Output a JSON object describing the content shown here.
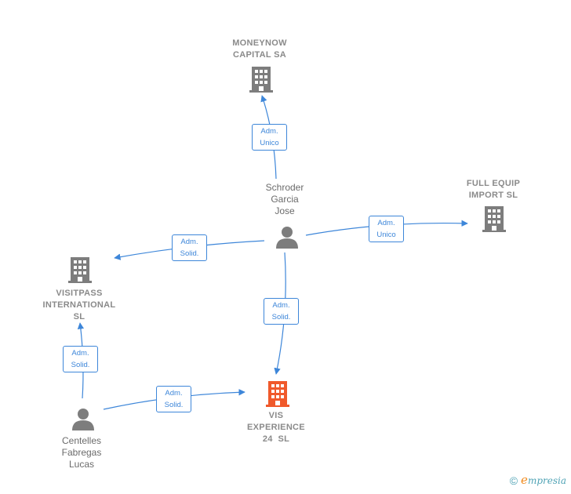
{
  "nodes": {
    "moneynow": {
      "name_lines": [
        "MONEYNOW",
        "CAPITAL SA"
      ],
      "kind": "company"
    },
    "fullequip": {
      "name_lines": [
        "FULL EQUIP",
        "IMPORT SL"
      ],
      "kind": "company"
    },
    "visitpass": {
      "name_lines": [
        "VISITPASS",
        "INTERNATIONAL",
        "SL"
      ],
      "kind": "company"
    },
    "vis": {
      "name_lines": [
        "VIS",
        "EXPERIENCE",
        "24  SL"
      ],
      "kind": "company",
      "highlight": true
    },
    "schroder": {
      "name_lines": [
        "Schroder",
        "Garcia",
        "Jose"
      ],
      "kind": "person"
    },
    "centelles": {
      "name_lines": [
        "Centelles",
        "Fabregas",
        "Lucas"
      ],
      "kind": "person"
    }
  },
  "edges": {
    "schroder_moneynow": {
      "from": "schroder",
      "to": "moneynow",
      "label_lines": [
        "Adm.",
        "Unico"
      ]
    },
    "schroder_fullequip": {
      "from": "schroder",
      "to": "fullequip",
      "label_lines": [
        "Adm.",
        "Unico"
      ]
    },
    "schroder_visitpass": {
      "from": "schroder",
      "to": "visitpass",
      "label_lines": [
        "Adm.",
        "Solid."
      ]
    },
    "schroder_vis": {
      "from": "schroder",
      "to": "vis",
      "label_lines": [
        "Adm.",
        "Solid."
      ]
    },
    "centelles_visitpass": {
      "from": "centelles",
      "to": "visitpass",
      "label_lines": [
        "Adm.",
        "Solid."
      ]
    },
    "centelles_vis": {
      "from": "centelles",
      "to": "vis",
      "label_lines": [
        "Adm.",
        "Solid."
      ]
    }
  },
  "colors": {
    "company_icon": "#7d7d7d",
    "highlight_icon": "#f0592b",
    "person_icon": "#7d7d7d",
    "edge": "#3d86d9"
  },
  "brand": {
    "copyright_symbol": "©",
    "name_initial": "e",
    "name_rest": "mpresia"
  }
}
